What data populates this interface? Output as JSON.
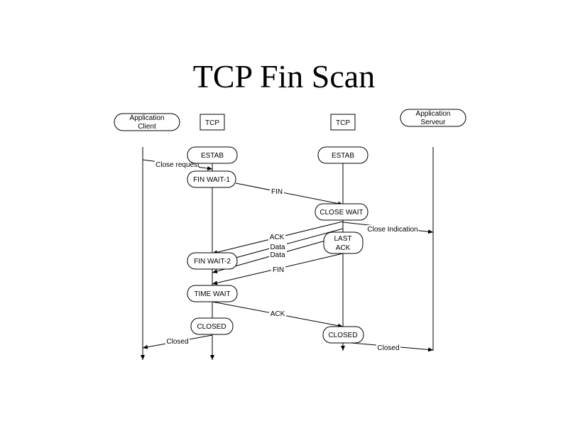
{
  "slide": {
    "title": "TCP Fin Scan"
  },
  "diagram": {
    "actors": {
      "client_app_line1": "Application",
      "client_app_line2": "Client",
      "tcp_left": "TCP",
      "tcp_right": "TCP",
      "server_app_line1": "Application",
      "server_app_line2": "Serveur"
    },
    "states": {
      "estab_left": "ESTAB",
      "estab_right": "ESTAB",
      "fin_wait_1": "FIN WAIT-1",
      "close_wait": "CLOSE WAIT",
      "last_ack_line1": "LAST",
      "last_ack_line2": "ACK",
      "fin_wait_2": "FIN WAIT-2",
      "time_wait": "TIME WAIT",
      "closed_left": "CLOSED",
      "closed_right": "CLOSED"
    },
    "messages": {
      "close_request": "Close request",
      "fin_1": "FIN",
      "close_indication": "Close Indication",
      "ack_1": "ACK",
      "data_1": "Data",
      "data_2": "Data",
      "fin_2": "FIN",
      "ack_2": "ACK",
      "closed_client": "Closed",
      "closed_server": "Closed"
    }
  }
}
